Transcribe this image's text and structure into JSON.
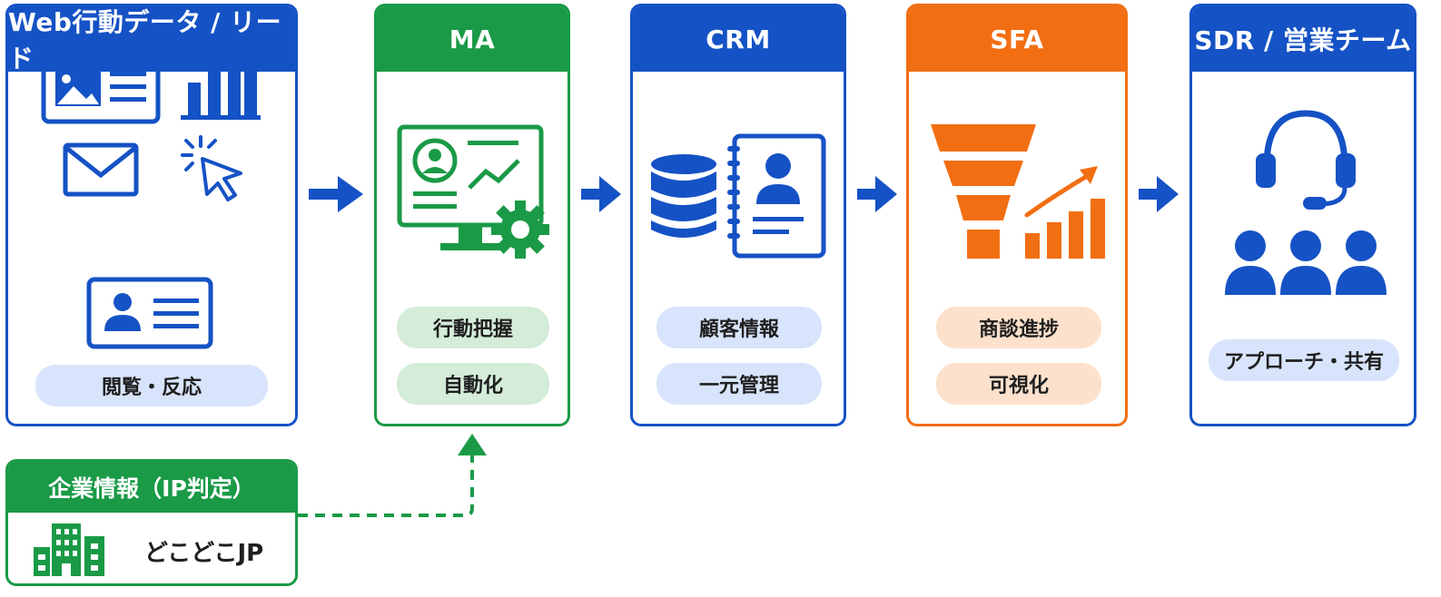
{
  "colors": {
    "blue": "#1552c5",
    "green": "#1a9a46",
    "orange": "#f26e12",
    "arrow_blue": "#1552c5",
    "dashed_green": "#1a9a46"
  },
  "stages": [
    {
      "title": "Web行動データ / リード",
      "pills": [
        "閲覧・反応"
      ],
      "icons": [
        "browser-window-icon",
        "bar-chart-icon",
        "mail-icon",
        "click-cursor-icon",
        "id-card-icon"
      ]
    },
    {
      "title": "MA",
      "pills": [
        "行動把握",
        "自動化"
      ],
      "icons": [
        "monitor-automation-icon",
        "gear-icon"
      ]
    },
    {
      "title": "CRM",
      "pills": [
        "顧客情報",
        "一元管理"
      ],
      "icons": [
        "database-icon",
        "contact-book-icon"
      ]
    },
    {
      "title": "SFA",
      "pills": [
        "商談進捗",
        "可視化"
      ],
      "icons": [
        "funnel-icon",
        "growth-chart-icon"
      ]
    },
    {
      "title": "SDR / 営業チーム",
      "pills": [
        "アプローチ・共有"
      ],
      "icons": [
        "headset-icon",
        "team-icon"
      ]
    }
  ],
  "company_info": {
    "title": "企業情報（IP判定）",
    "name": "どこどこJP",
    "icon": "building-icon"
  }
}
